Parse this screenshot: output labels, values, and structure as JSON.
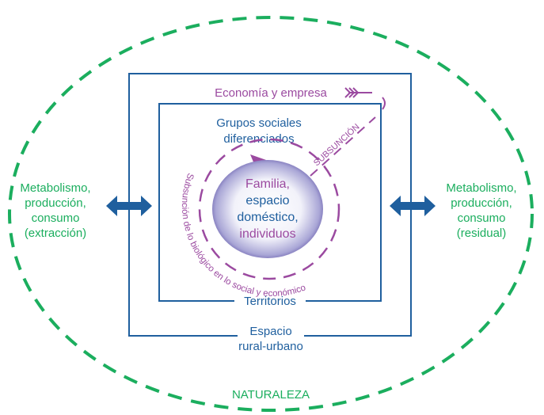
{
  "colors": {
    "nature_green": "#1bae5e",
    "green_text": "#1bae5e",
    "blue": "#1f5f9e",
    "purple": "#9b4aa0"
  },
  "nature_label": "NATURALEZA",
  "left_label": [
    "Metabolismo,",
    "producción,",
    "consumo",
    "(extracción)"
  ],
  "right_label": [
    "Metabolismo,",
    "producción,",
    "consumo",
    "(residual)"
  ],
  "outer_box_label": [
    "Espacio",
    "rural-urbano"
  ],
  "inner_box_label": "Territorios",
  "economy_label": "Economía y empresa",
  "groups_label": [
    "Grupos sociales",
    "diferenciados"
  ],
  "subsumption_label": "SUBSUNCIÓN",
  "curved_label": "Subsunción de lo biológico en lo social y económico",
  "center_label": [
    "Familia,",
    "espacio",
    "doméstico,",
    "individuos"
  ],
  "icons": {
    "left_arrow": "double-headed-arrow",
    "right_arrow": "double-headed-arrow",
    "economy_arrow": "fletched-arrow"
  }
}
